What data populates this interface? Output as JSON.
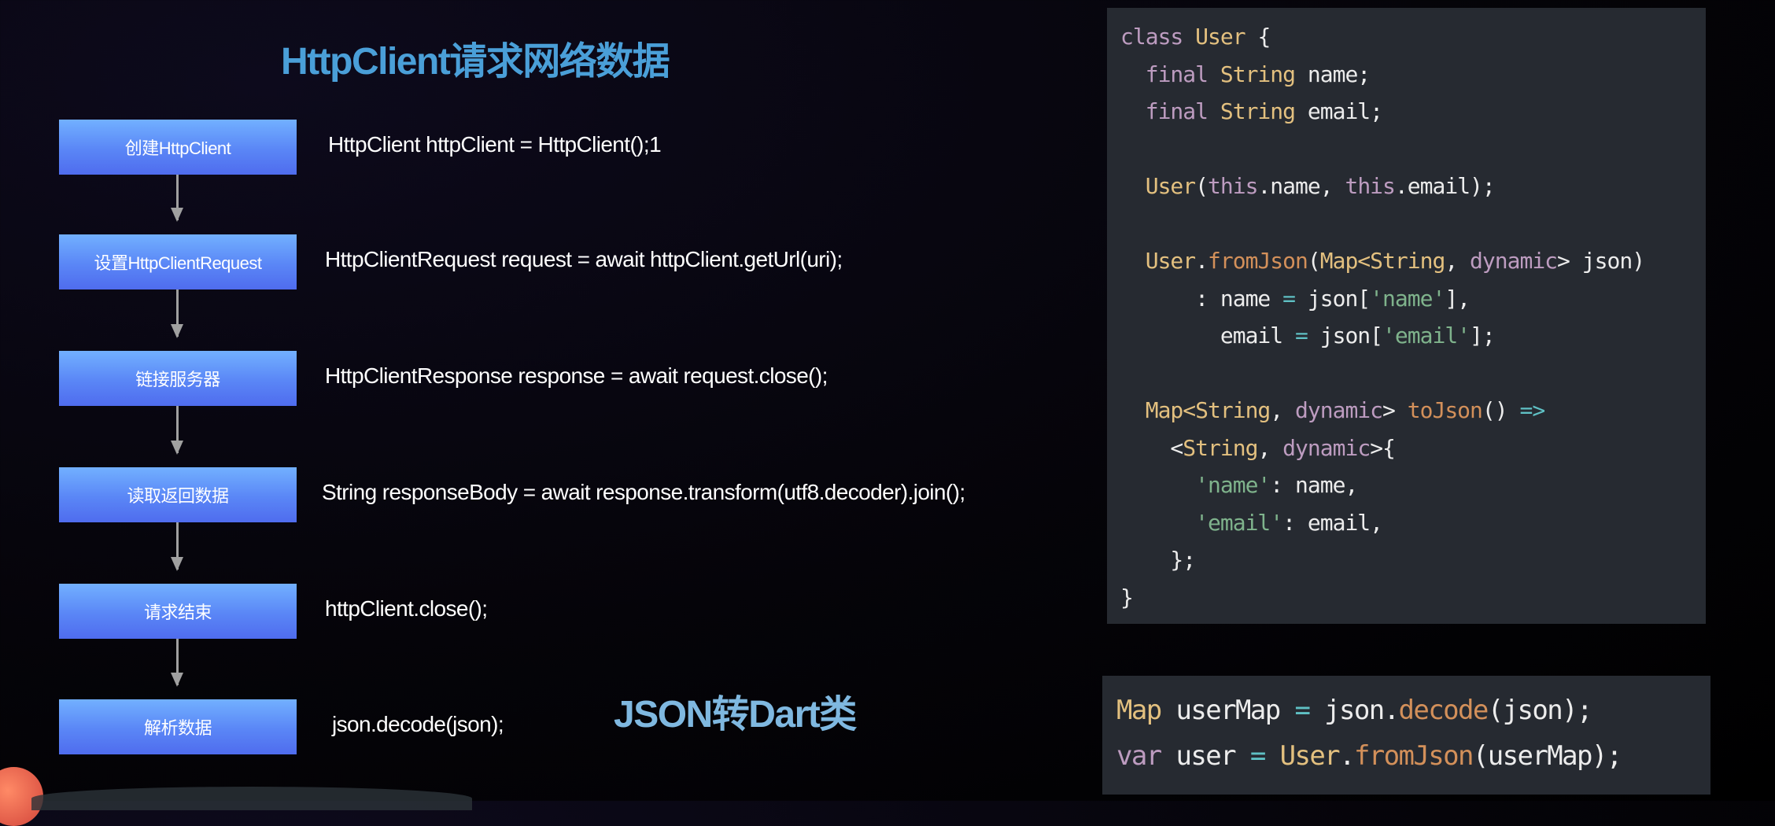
{
  "title_main": "HttpClient请求网络数据",
  "title_json": "JSON转Dart类",
  "steps": [
    {
      "label": "创建HttpClient",
      "code": "HttpClient httpClient = HttpClient();1"
    },
    {
      "label": "设置HttpClientRequest",
      "code": "HttpClientRequest request = await httpClient.getUrl(uri);"
    },
    {
      "label": "链接服务器",
      "code": "HttpClientResponse response = await request.close();"
    },
    {
      "label": "读取返回数据",
      "code": "String responseBody = await response.transform(utf8.decoder).join();"
    },
    {
      "label": "请求结束",
      "code": "httpClient.close();"
    },
    {
      "label": "解析数据",
      "code": "json.decode(json);"
    }
  ],
  "class_code": [
    [
      [
        "class ",
        "kw"
      ],
      [
        "User",
        "ty"
      ],
      [
        " {",
        "pl"
      ]
    ],
    [
      [
        "  final ",
        "kw"
      ],
      [
        "String",
        "ty"
      ],
      [
        " name;",
        "pl"
      ]
    ],
    [
      [
        "  final ",
        "kw"
      ],
      [
        "String",
        "ty"
      ],
      [
        " email;",
        "pl"
      ]
    ],
    [],
    [
      [
        "  User",
        "ty"
      ],
      [
        "(",
        "pl"
      ],
      [
        "this",
        "kw"
      ],
      [
        ".name, ",
        "pl"
      ],
      [
        "this",
        "kw"
      ],
      [
        ".email);",
        "pl"
      ]
    ],
    [],
    [
      [
        "  User",
        "ty"
      ],
      [
        ".",
        "pl"
      ],
      [
        "fromJson",
        "fn"
      ],
      [
        "(",
        "pl"
      ],
      [
        "Map<String",
        "ty"
      ],
      [
        ", ",
        "pl"
      ],
      [
        "dynamic",
        "kw"
      ],
      [
        "> json)",
        "pl"
      ]
    ],
    [
      [
        "      : name ",
        "pl"
      ],
      [
        "=",
        "op"
      ],
      [
        " json[",
        "pl"
      ],
      [
        "'name'",
        "st"
      ],
      [
        "],",
        "pl"
      ]
    ],
    [
      [
        "        email ",
        "pl"
      ],
      [
        "=",
        "op"
      ],
      [
        " json[",
        "pl"
      ],
      [
        "'email'",
        "st"
      ],
      [
        "];",
        "pl"
      ]
    ],
    [],
    [
      [
        "  Map<String",
        "ty"
      ],
      [
        ", ",
        "pl"
      ],
      [
        "dynamic",
        "kw"
      ],
      [
        "> ",
        "pl"
      ],
      [
        "toJson",
        "fn"
      ],
      [
        "() ",
        "pl"
      ],
      [
        "=>",
        "op"
      ]
    ],
    [
      [
        "    <",
        "pl"
      ],
      [
        "String",
        "ty"
      ],
      [
        ", ",
        "pl"
      ],
      [
        "dynamic",
        "kw"
      ],
      [
        ">{",
        "pl"
      ]
    ],
    [
      [
        "      'name'",
        "st"
      ],
      [
        ": name,",
        "pl"
      ]
    ],
    [
      [
        "      'email'",
        "st"
      ],
      [
        ": email,",
        "pl"
      ]
    ],
    [
      [
        "    };",
        "pl"
      ]
    ],
    [
      [
        "}",
        "pl"
      ]
    ]
  ],
  "usage_code": [
    [
      [
        "Map",
        "ty"
      ],
      [
        " userMap ",
        "pl"
      ],
      [
        "=",
        "op"
      ],
      [
        " json.",
        "pl"
      ],
      [
        "decode",
        "fn"
      ],
      [
        "(json);",
        "pl"
      ]
    ],
    [
      [
        "var",
        "kw"
      ],
      [
        " user ",
        "pl"
      ],
      [
        "=",
        "op"
      ],
      [
        " ",
        "pl"
      ],
      [
        "User",
        "ty"
      ],
      [
        ".",
        "pl"
      ],
      [
        "fromJson",
        "fn"
      ],
      [
        "(userMap);",
        "pl"
      ]
    ]
  ]
}
